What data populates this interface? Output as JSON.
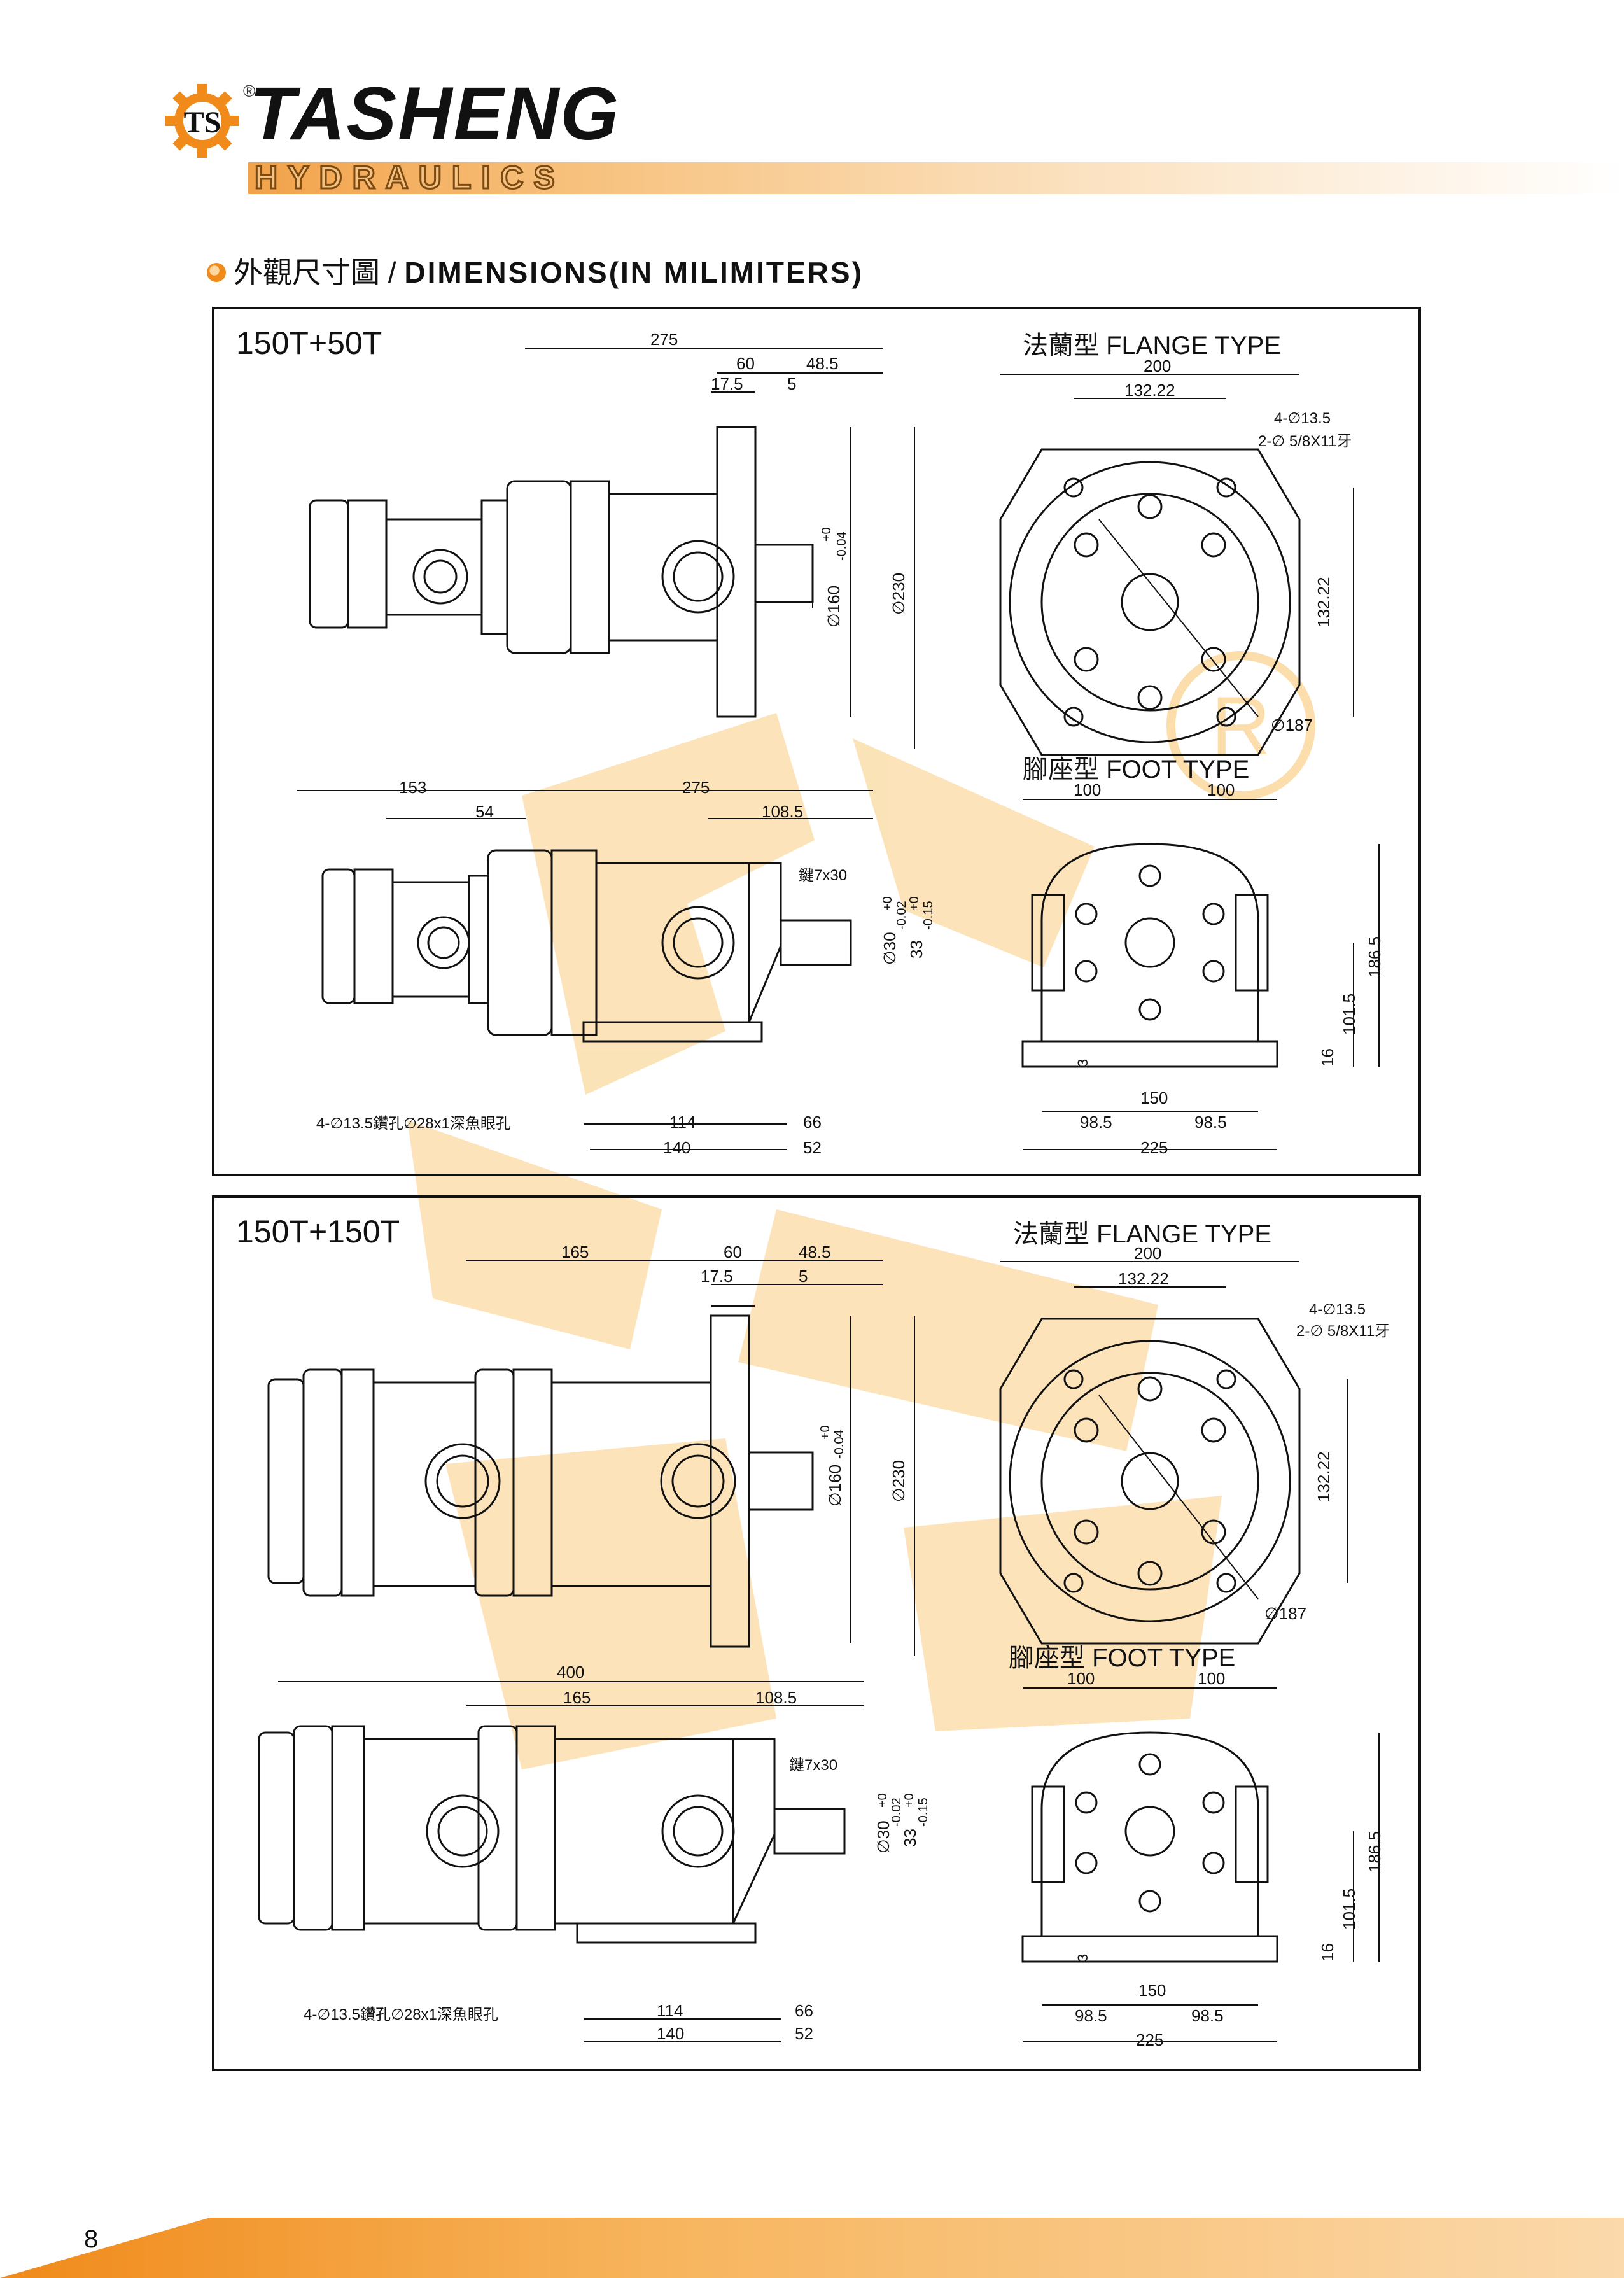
{
  "brand": {
    "name": "TASHENG",
    "sub": "HYDRAULICS",
    "registered_mark": "®",
    "logo_letters": "TS",
    "colors": {
      "accent": "#f08a1a",
      "light": "#f7c27f",
      "text": "#111111"
    }
  },
  "section": {
    "title_zh": "外觀尺寸圖",
    "separator": " / ",
    "title_en": "DIMENSIONS(IN MILIMITERS)"
  },
  "panels": [
    {
      "model": "150T+50T",
      "flange_title": "法蘭型  FLANGE TYPE",
      "foot_title": "腳座型  FOOT TYPE",
      "flange_side": {
        "d275": "275",
        "d60": "60",
        "d48_5": "48.5",
        "d17_5": "17.5",
        "d5": "5",
        "d160": "∅160",
        "tol160_top": "+0",
        "tol160_bot": "-0.04",
        "d230": "∅230"
      },
      "flange_front": {
        "d200": "200",
        "d132_22": "132.22",
        "holes1": "4-∅13.5",
        "holes2": "2-∅ 5/8X11牙",
        "d132_22_v": "132.22",
        "d187": "∅187"
      },
      "foot_side": {
        "d153": "153",
        "d54": "54",
        "d275": "275",
        "d108_5": "108.5",
        "key": "鍵7x30",
        "tol_a_top": "+0",
        "tol_a_bot": "-0.02",
        "tol_b_top": "+0",
        "tol_b_bot": "-0.15",
        "d30": "∅30",
        "d33": "33",
        "note": "4-∅13.5鑽孔∅28x1深魚眼孔",
        "d114": "114",
        "d66": "66",
        "d140": "140",
        "d52": "52"
      },
      "foot_front": {
        "d100a": "100",
        "d100b": "100",
        "d186_5": "186.5",
        "d101_5": "101.5",
        "d16": "16",
        "d3": "3",
        "d150": "150",
        "d98_5a": "98.5",
        "d98_5b": "98.5",
        "d225": "225"
      }
    },
    {
      "model": "150T+150T",
      "flange_title": "法蘭型  FLANGE TYPE",
      "foot_title": "腳座型  FOOT TYPE",
      "flange_side": {
        "d165": "165",
        "d60": "60",
        "d48_5": "48.5",
        "d17_5": "17.5",
        "d5": "5",
        "d160": "∅160",
        "tol160_top": "+0",
        "tol160_bot": "-0.04",
        "d230": "∅230"
      },
      "flange_front": {
        "d200": "200",
        "d132_22": "132.22",
        "holes1": "4-∅13.5",
        "holes2": "2-∅ 5/8X11牙",
        "d132_22_v": "132.22",
        "d187": "∅187"
      },
      "foot_side": {
        "d400": "400",
        "d165": "165",
        "d108_5": "108.5",
        "key": "鍵7x30",
        "tol_a_top": "+0",
        "tol_a_bot": "-0.02",
        "tol_b_top": "+0",
        "tol_b_bot": "-0.15",
        "d30": "∅30",
        "d33": "33",
        "note": "4-∅13.5鑽孔∅28x1深魚眼孔",
        "d114": "114",
        "d66": "66",
        "d140": "140",
        "d52": "52"
      },
      "foot_front": {
        "d100a": "100",
        "d100b": "100",
        "d186_5": "186.5",
        "d101_5": "101.5",
        "d16": "16",
        "d3": "3",
        "d150": "150",
        "d98_5a": "98.5",
        "d98_5b": "98.5",
        "d225": "225"
      }
    }
  ],
  "footer": {
    "page_number": "8"
  }
}
